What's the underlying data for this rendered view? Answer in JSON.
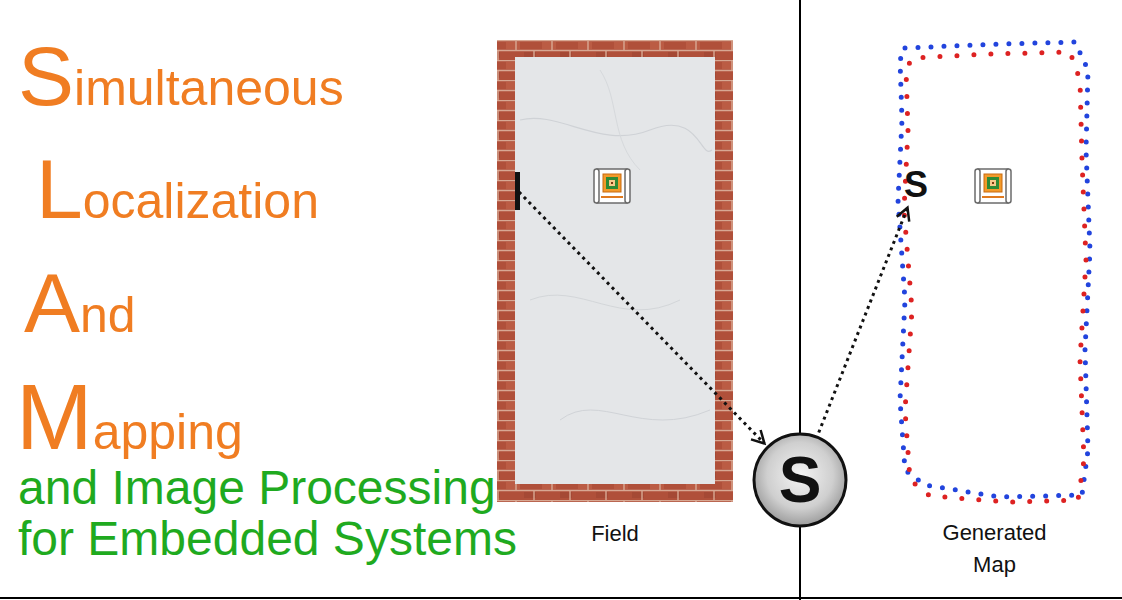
{
  "diagram": {
    "nodes": [
      {
        "text": [
          "Field"
        ]
      },
      {
        "text": [
          "S"
        ]
      },
      {
        "text": [
          "Generated Map"
        ]
      },
      {
        "text": [
          "S"
        ],
        "in": 2
      }
    ],
    "edges": [
      {
        "from": 0,
        "to": 1,
        "arrow": "to"
      },
      {
        "from": 1,
        "to": 3,
        "arrow": "to"
      }
    ],
    "labels": [
      "Simultaneous",
      "Localization",
      "And",
      "Mapping",
      "and Image Processing",
      "for Embedded Systems"
    ]
  }
}
